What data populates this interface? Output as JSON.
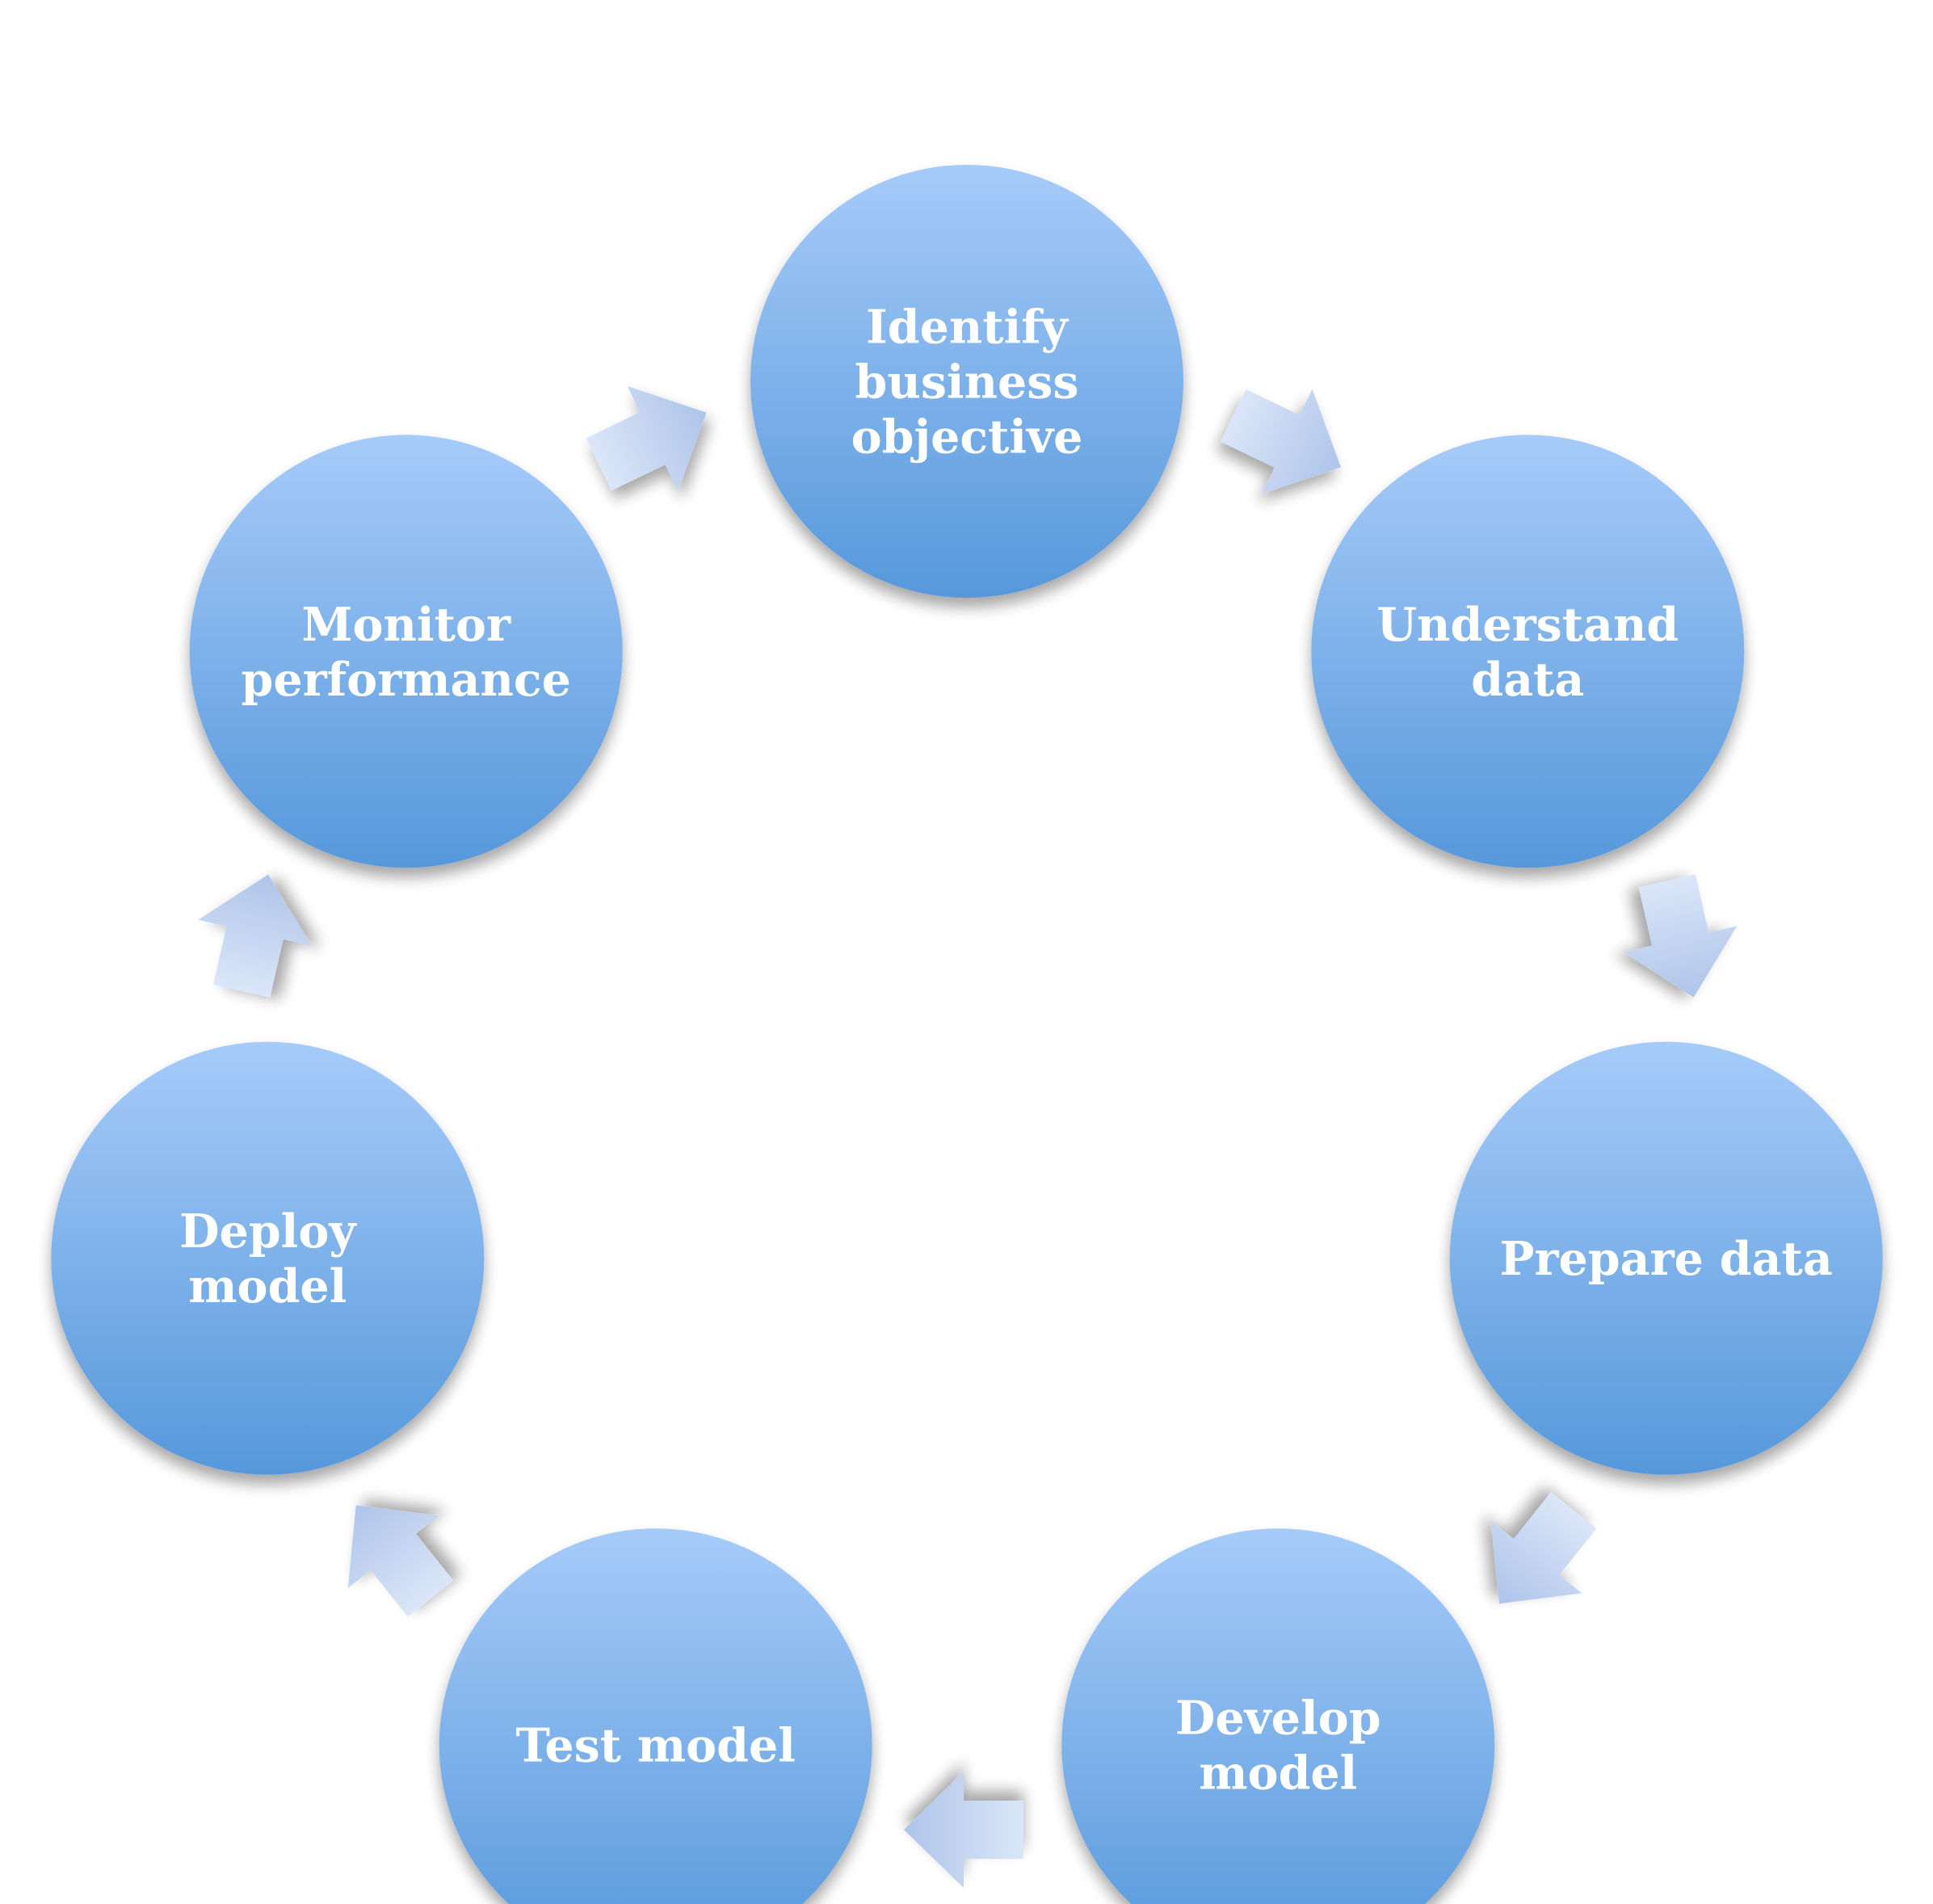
{
  "diagram": {
    "type": "cycle",
    "stages": [
      {
        "id": "identify-business-objective",
        "lines": [
          "Identify",
          "business",
          "objective"
        ]
      },
      {
        "id": "understand-data",
        "lines": [
          "Understand",
          "data"
        ]
      },
      {
        "id": "prepare-data",
        "lines": [
          "Prepare data"
        ]
      },
      {
        "id": "develop-model",
        "lines": [
          "Develop",
          "model"
        ]
      },
      {
        "id": "test-model",
        "lines": [
          "Test model"
        ]
      },
      {
        "id": "deploy-model",
        "lines": [
          "Deploy",
          "model"
        ]
      },
      {
        "id": "monitor-performance",
        "lines": [
          "Monitor",
          "performance"
        ]
      }
    ],
    "colors": {
      "circle_top": "#a6cbf9",
      "circle_bottom": "#5698db",
      "arrow_light": "#dbe6f8",
      "arrow_dark": "#aec4ea",
      "label": "#ffffff"
    }
  }
}
